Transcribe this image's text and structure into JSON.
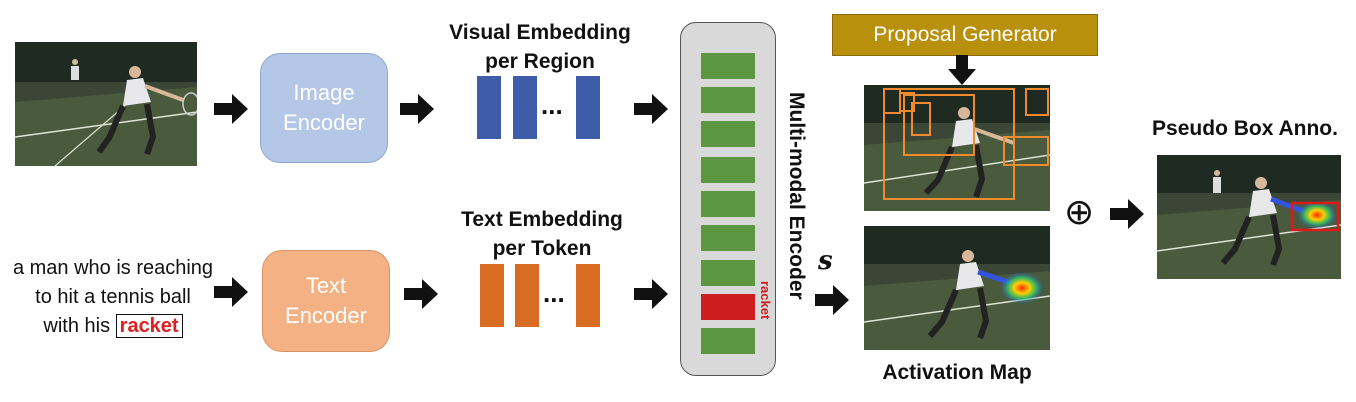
{
  "caption": {
    "line1": "a man who is reaching",
    "line2": "to hit a tennis ball",
    "line3_prefix": "with his",
    "keyword": "racket"
  },
  "image_encoder": {
    "label_line1": "Image",
    "label_line2": "Encoder",
    "color": "#b4c7e7"
  },
  "text_encoder": {
    "label_line1": "Text",
    "label_line2": "Encoder",
    "color": "#f4b183"
  },
  "visual_embedding": {
    "title_line1": "Visual Embedding",
    "title_line2": "per Region",
    "ellipsis": "...",
    "color": "#3f5ca8"
  },
  "text_embedding": {
    "title_line1": "Text Embedding",
    "title_line2": "per Token",
    "ellipsis": "...",
    "color": "#d86c22"
  },
  "multimodal_encoder": {
    "label": "Multi-modal Encoder",
    "token_label": "racket",
    "token_color": "#5d9640",
    "active_color": "#cc1e1e"
  },
  "score_symbol": "s",
  "proposal_generator": {
    "label": "Proposal Generator",
    "color": "#b8900b"
  },
  "activation_map": {
    "label": "Activation Map"
  },
  "combine_symbol": "⊕",
  "pseudo_box": {
    "label": "Pseudo Box Anno."
  }
}
